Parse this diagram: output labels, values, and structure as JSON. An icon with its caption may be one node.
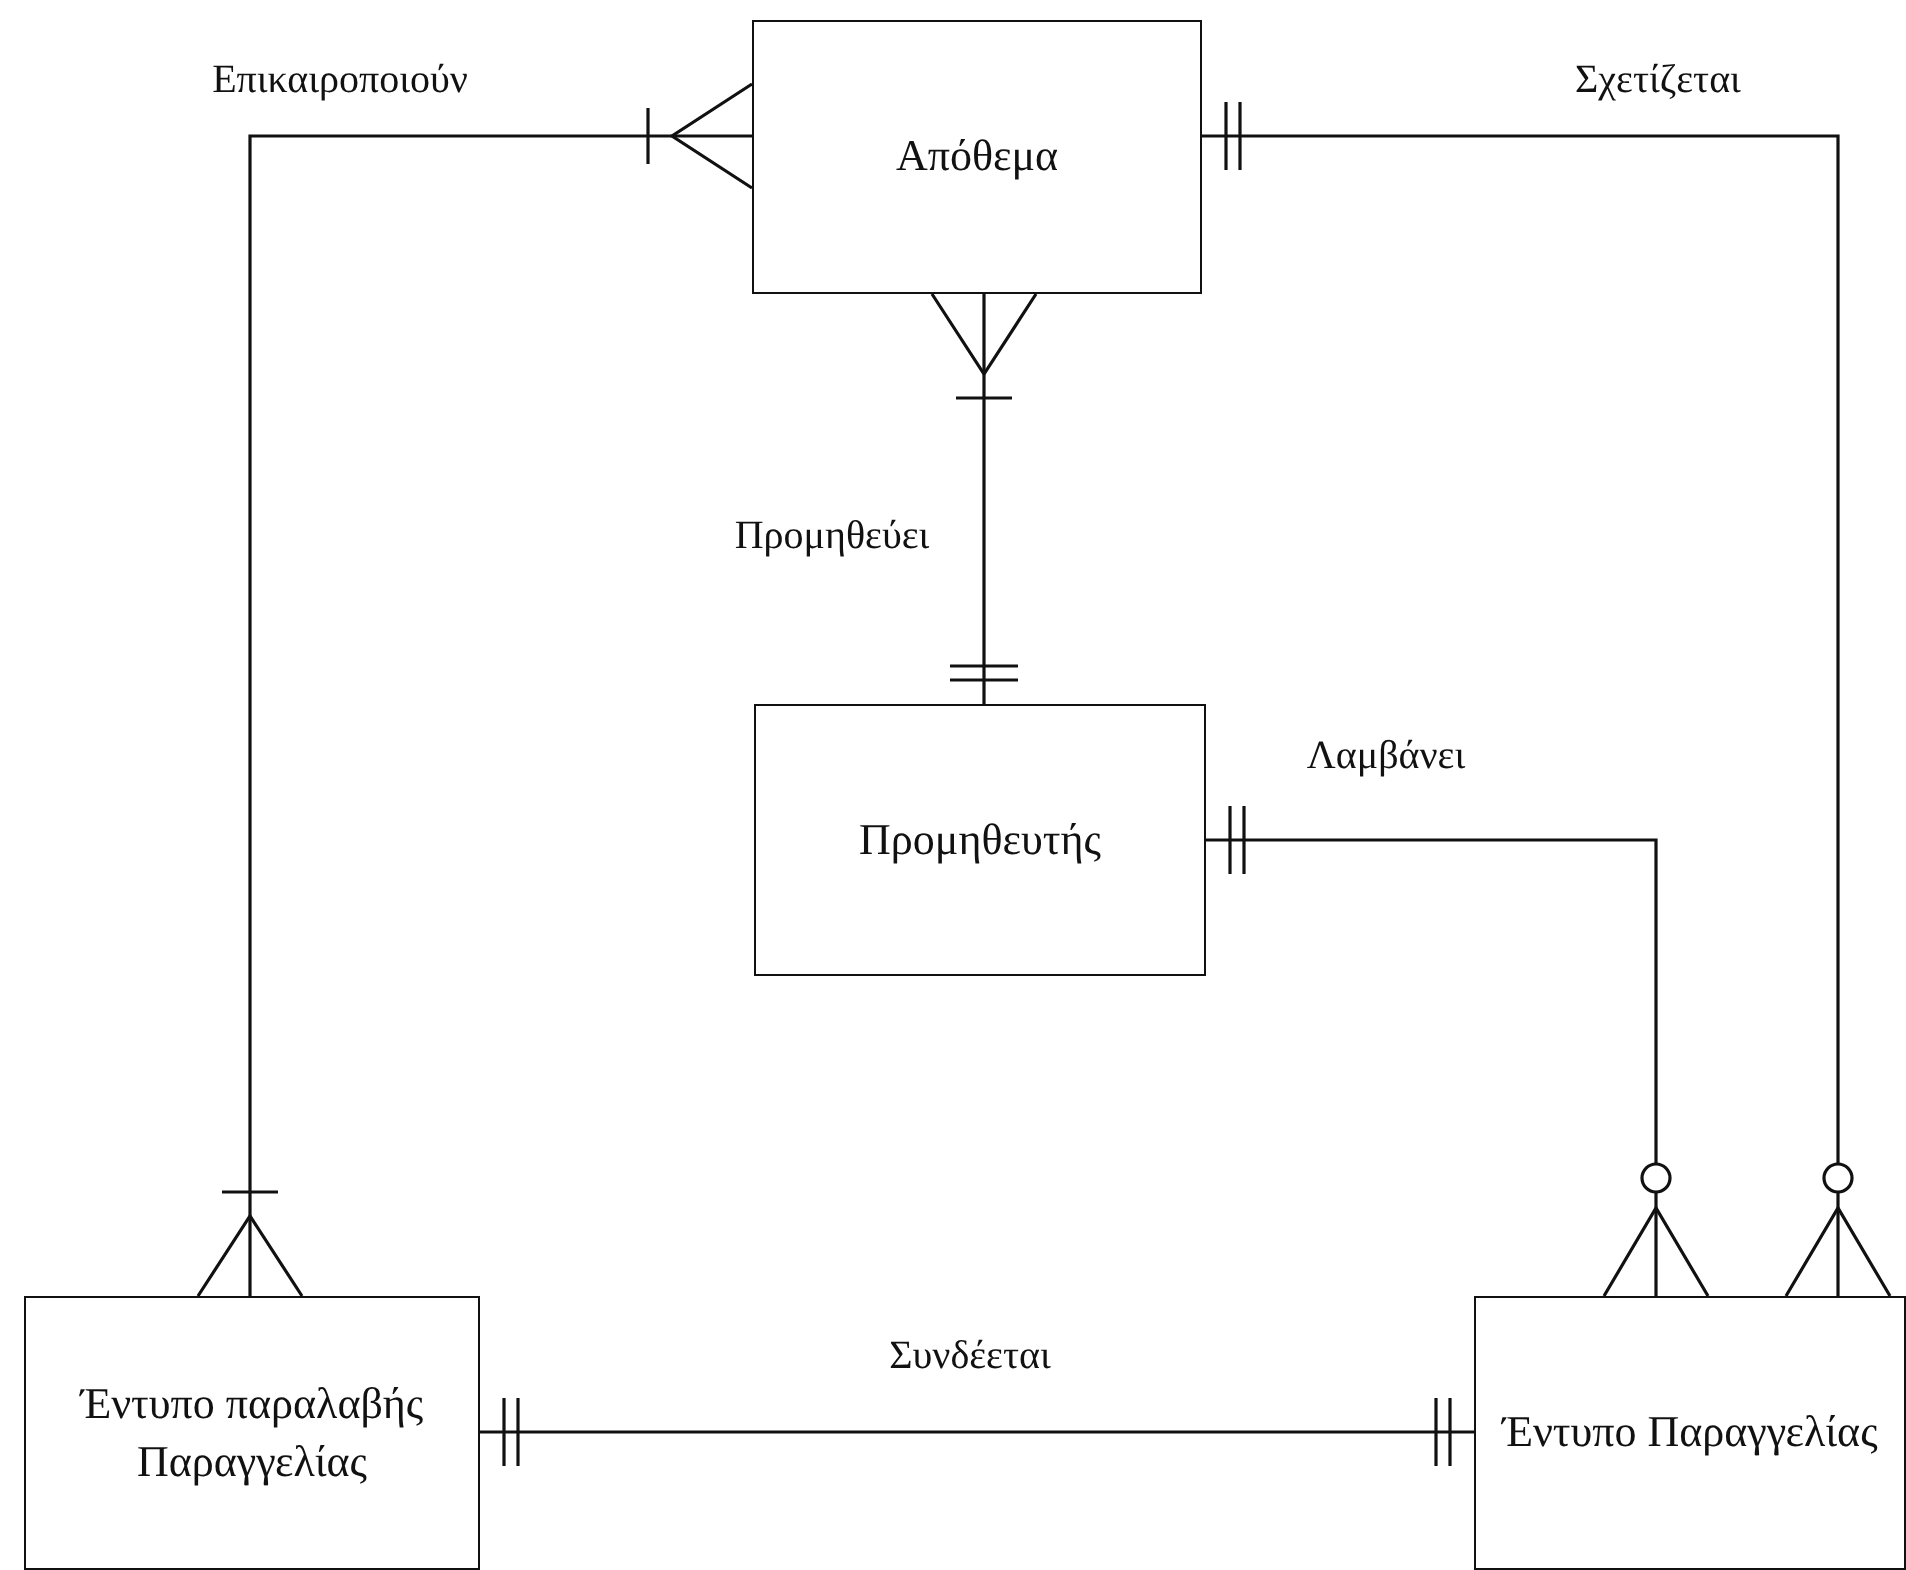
{
  "diagram": {
    "nodes": [
      {
        "text": [
          "Απόθεμα"
        ]
      },
      {
        "text": [
          "Προμηθευτής"
        ]
      },
      {
        "text": [
          "Έντυπο παραλαβής Παραγγελίας"
        ]
      },
      {
        "text": [
          "Έντυπο Παραγγελίας"
        ]
      }
    ],
    "edges": [
      {
        "from": 0,
        "to": 2,
        "arrow": "other",
        "label": "Επικαιροποιούν"
      },
      {
        "from": 0,
        "to": 3,
        "arrow": "other",
        "label": "Σχετίζεται"
      },
      {
        "from": 0,
        "to": 1,
        "arrow": "other",
        "label": "Προμηθεύει"
      },
      {
        "from": 1,
        "to": 3,
        "arrow": "other",
        "label": "Λαμβάνει"
      },
      {
        "from": 2,
        "to": 3,
        "arrow": "other",
        "label": "Συνδέεται"
      }
    ]
  }
}
